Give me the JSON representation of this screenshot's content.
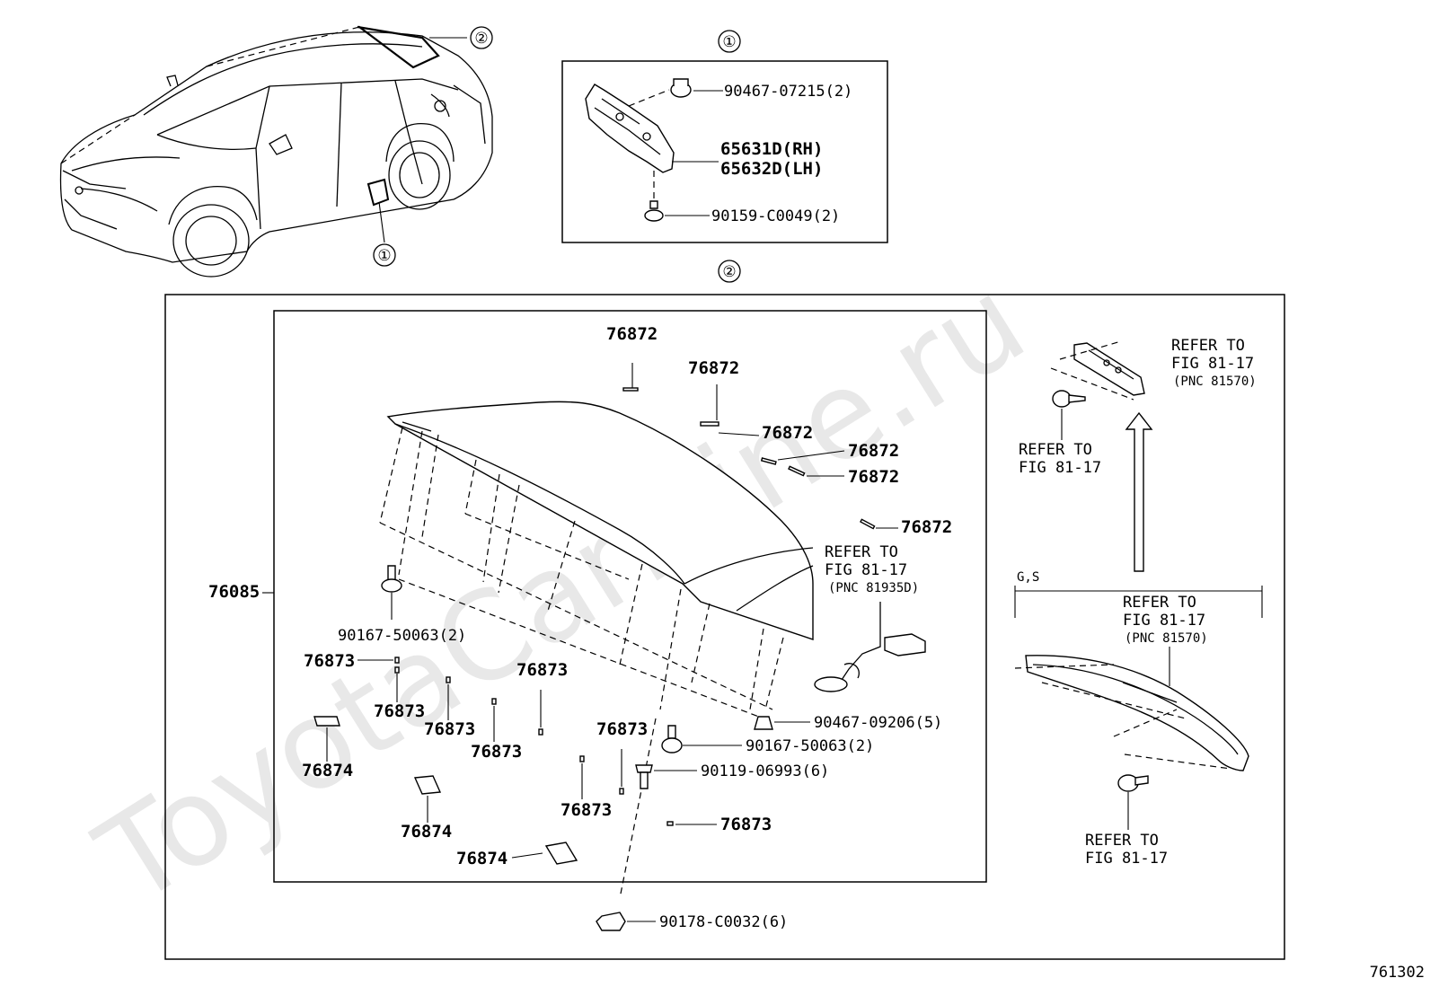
{
  "watermark": "ToyotaCarMine.ru",
  "figure_number": "761302",
  "callouts": {
    "one": "①",
    "two": "②"
  },
  "mudguard": {
    "bolt_top": "90467-07215(2)",
    "guard_rh": "65631D(RH)",
    "guard_lh": "65632D(LH)",
    "bolt_bottom": "90159-C0049(2)"
  },
  "spoiler": {
    "assembly": "76085",
    "tape_72_a": "76872",
    "tape_72_b": "76872",
    "tape_72_c": "76872",
    "tape_72_d": "76872",
    "tape_72_e": "76872",
    "tape_72_f": "76872",
    "tape_73_a": "76873",
    "tape_73_b": "76873",
    "tape_73_c": "76873",
    "tape_73_d": "76873",
    "tape_73_e": "76873",
    "tape_73_f": "76873",
    "tape_73_g": "76873",
    "tape_73_h": "76873",
    "tape_74_a": "76874",
    "tape_74_b": "76874",
    "tape_74_c": "76874",
    "screw_left": "90167-50063(2)",
    "screw_right": "90167-50063(2)",
    "clip_5": "90467-09206(5)",
    "bolt_6": "90119-06993(6)",
    "nut_6": "90178-C0032(6)",
    "refer_wire_1": "REFER TO",
    "refer_wire_2": "FIG 81-17",
    "refer_wire_3": "(PNC 81935D)"
  },
  "stop_lamp": {
    "top_refer_1": "REFER TO",
    "top_refer_2": "FIG 81-17",
    "top_refer_3": "(PNC 81570)",
    "screw_refer_1": "REFER TO",
    "screw_refer_2": "FIG 81-17",
    "grade_label": "G,S",
    "lamp_refer_1": "REFER TO",
    "lamp_refer_2": "FIG 81-17",
    "lamp_refer_3": "(PNC 81570)",
    "bottom_refer_1": "REFER TO",
    "bottom_refer_2": "FIG 81-17"
  }
}
